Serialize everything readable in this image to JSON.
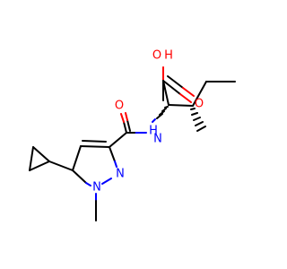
{
  "molecule": {
    "atom_labels": {
      "hydroxyl_o": "O",
      "hydroxyl_h": "H",
      "acid_carbonyl_o": "O",
      "amide_nh_h": "H",
      "amide_nh_n": "N",
      "amide_carbonyl_o": "O",
      "pyrazole_n2": "N",
      "pyrazole_n1": "N"
    },
    "colors": {
      "oxygen": "#ff0000",
      "nitrogen": "#0000ff",
      "carbon": "#000000"
    }
  }
}
